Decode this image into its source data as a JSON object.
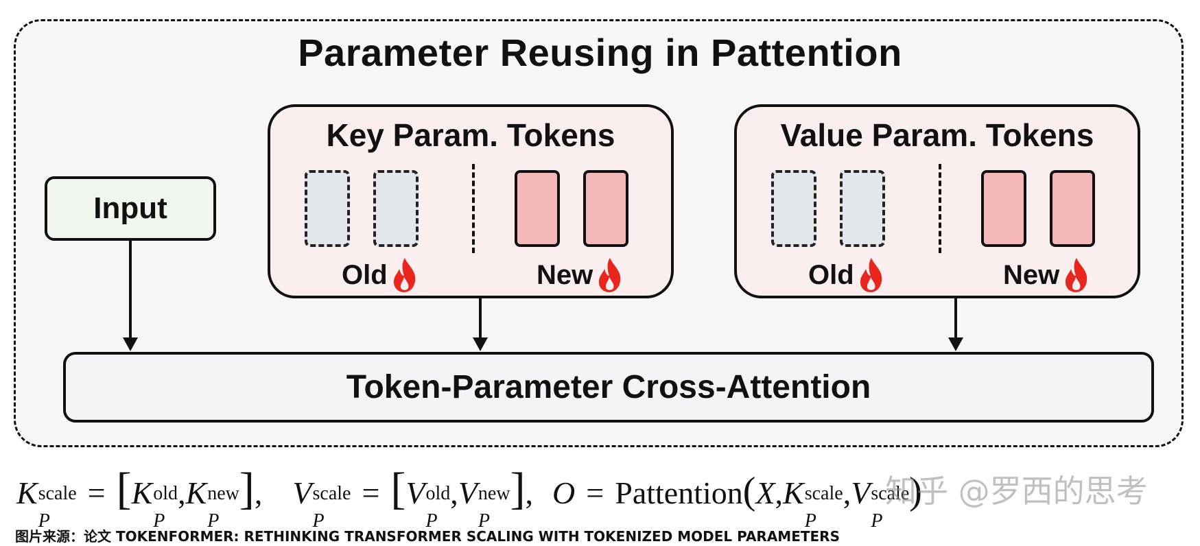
{
  "title": "Parameter Reusing in Pattention",
  "input_label": "Input",
  "key_panel": {
    "title": "Key Param. Tokens",
    "old_label": "Old",
    "new_label": "New"
  },
  "value_panel": {
    "title": "Value Param. Tokens",
    "old_label": "Old",
    "new_label": "New"
  },
  "cross_attention_label": "Token-Parameter Cross-Attention",
  "formula": {
    "K": "K",
    "V": "V",
    "O": "O",
    "P": "P",
    "scale": "scale",
    "old": "old",
    "new": "new",
    "eq": "=",
    "comma": ",",
    "lbrack": "[",
    "rbrack": "]",
    "pattention": "Pattention",
    "lparen": "(",
    "rparen": ")",
    "X": "X"
  },
  "watermark": "知乎 @罗西的思考",
  "caption": "图片来源：论文 TOKENFORMER: RETHINKING TRANSFORMER SCALING WITH TOKENIZED MODEL PARAMETERS",
  "colors": {
    "old_token": "#e3e7ec",
    "new_token": "#f4b8b8",
    "panel_bg": "#fbeeee",
    "input_bg": "#f1f6ee",
    "flame": "#e8261e"
  }
}
